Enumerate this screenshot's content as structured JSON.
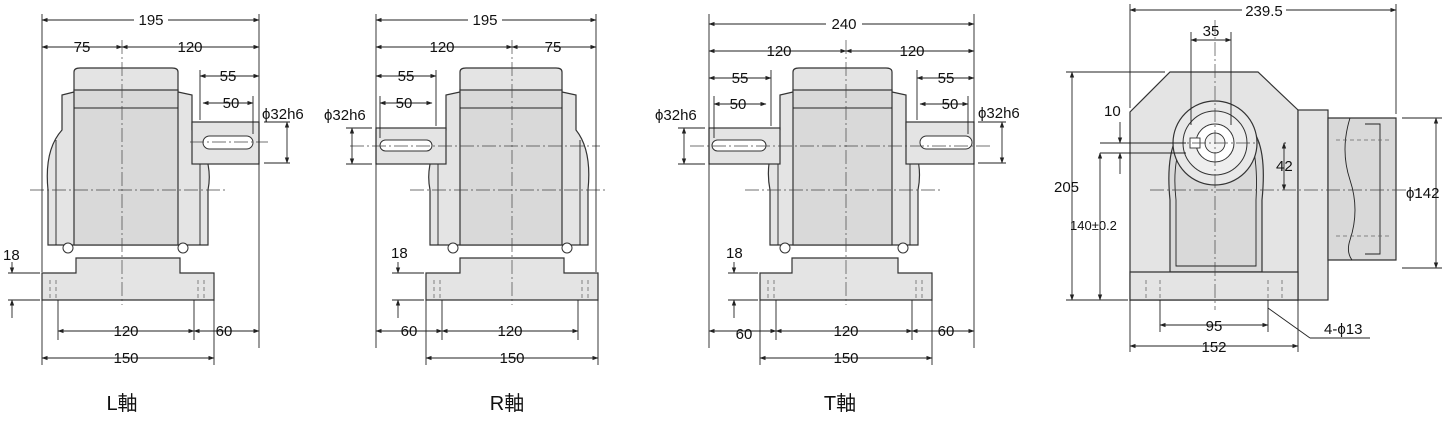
{
  "views": {
    "l": {
      "caption": "L軸",
      "dims": {
        "overall": "195",
        "left": "75",
        "right": "120",
        "shaft_len": "55",
        "key_len": "50",
        "shaft_dia": "ϕ32h6",
        "foot_h": "18",
        "foot_span": "120",
        "shaft_off": "60",
        "base_w": "150"
      }
    },
    "r": {
      "caption": "R軸",
      "dims": {
        "overall": "195",
        "left": "120",
        "right": "75",
        "shaft_len": "55",
        "key_len": "50",
        "shaft_dia": "ϕ32h6",
        "foot_h": "18",
        "shaft_off": "60",
        "foot_span": "120",
        "base_w": "150"
      }
    },
    "t": {
      "caption": "T軸",
      "dims": {
        "overall": "240",
        "left": "120",
        "right": "120",
        "shaft_len_l": "55",
        "key_len_l": "50",
        "shaft_len_r": "55",
        "key_len_r": "50",
        "shaft_dia_l": "ϕ32h6",
        "shaft_dia_r": "ϕ32h6",
        "foot_h": "18",
        "shaft_off_l": "60",
        "foot_span": "120",
        "shaft_off_r": "60",
        "base_w": "150"
      }
    },
    "side": {
      "dims": {
        "overall": "239.5",
        "shaft_w": "35",
        "key": "10",
        "height": "205",
        "center_h": "140±0.2",
        "offset": "42",
        "flange_dia": "ϕ142",
        "foot_span": "95",
        "base_w": "152",
        "holes": "4-ϕ13"
      }
    }
  }
}
